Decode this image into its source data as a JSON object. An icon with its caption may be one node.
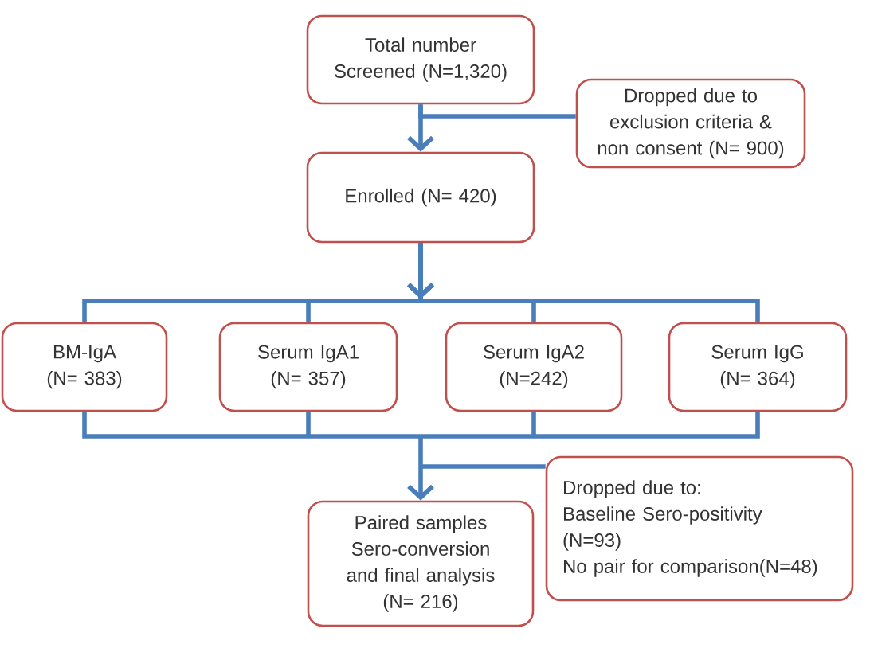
{
  "diagram": {
    "nodes": [
      {
        "text": [
          "Total number Screened (N=1,320)"
        ]
      },
      {
        "text": [
          "Dropped due to exclusion criteria & non consent (N= 900)"
        ]
      },
      {
        "text": [
          "Enrolled (N= 420)"
        ]
      },
      {
        "text": [
          "BM-IgA",
          "(N= 383)"
        ]
      },
      {
        "text": [
          "Serum IgA1",
          "(N= 357)"
        ]
      },
      {
        "text": [
          "Serum IgA2",
          "(N=242)"
        ]
      },
      {
        "text": [
          "Serum IgG",
          "(N= 364)"
        ]
      },
      {
        "text": [
          "Paired samples Sero-conversion and final analysis",
          "(N= 216)"
        ]
      },
      {
        "text": [
          "Dropped due to:",
          "Baseline Sero-positivity (N=93)",
          "No pair for comparison(N=48)"
        ]
      }
    ],
    "edges": [
      {
        "from": 0,
        "to": 2,
        "arrow": "to"
      },
      {
        "from": 0,
        "to": 1,
        "arrow": "none"
      },
      {
        "from": 2,
        "to": 3,
        "arrow": "to"
      },
      {
        "from": 2,
        "to": 4,
        "arrow": "to"
      },
      {
        "from": 2,
        "to": 5,
        "arrow": "to"
      },
      {
        "from": 2,
        "to": 6,
        "arrow": "to"
      },
      {
        "from": 3,
        "to": 7,
        "arrow": "to"
      },
      {
        "from": 4,
        "to": 7,
        "arrow": "to"
      },
      {
        "from": 5,
        "to": 7,
        "arrow": "to"
      },
      {
        "from": 6,
        "to": 7,
        "arrow": "to"
      },
      {
        "from": 3,
        "to": 8,
        "arrow": "none"
      },
      {
        "from": 4,
        "to": 8,
        "arrow": "none"
      },
      {
        "from": 5,
        "to": 8,
        "arrow": "none"
      },
      {
        "from": 6,
        "to": 8,
        "arrow": "none"
      }
    ]
  }
}
